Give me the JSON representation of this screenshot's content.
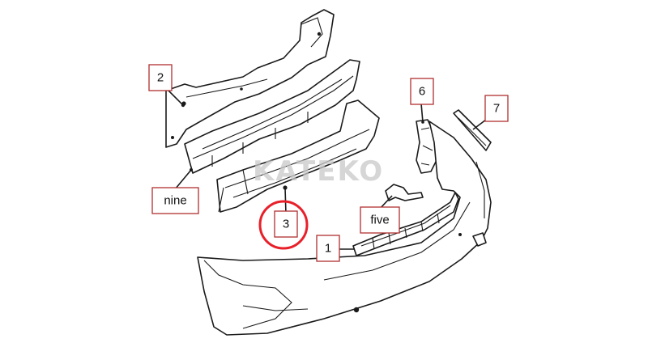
{
  "watermark": "KATEKO",
  "callouts": {
    "c1": "1",
    "c2": "2",
    "c3": "3",
    "c5": "five",
    "c6": "6",
    "c7": "7",
    "c9": "nine"
  },
  "colors": {
    "highlight_circle": "#e8202a",
    "callout_border": "#b03030",
    "line_art": "#1a1a1a"
  }
}
